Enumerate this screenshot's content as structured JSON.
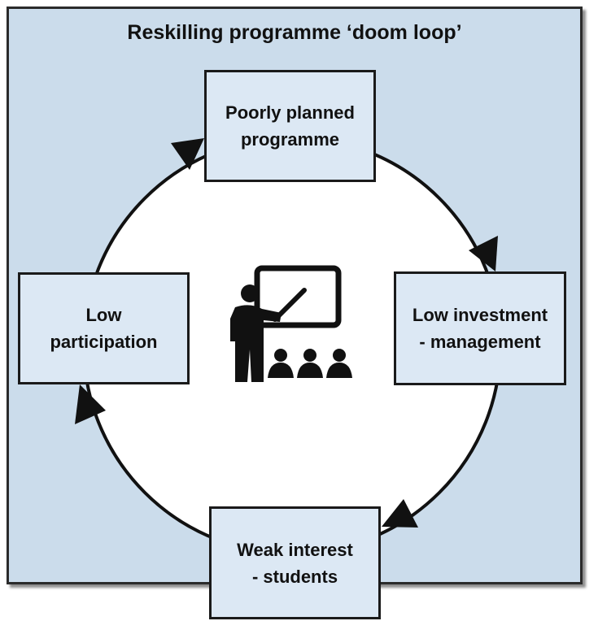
{
  "title": "Reskilling programme ‘doom loop’",
  "nodes": {
    "top": "Poorly planned\nprogramme",
    "right": "Low investment\n- management",
    "bottom": "Weak interest\n- students",
    "left": "Low\nparticipation"
  },
  "icons": {
    "center": "teacher-presenting-icon"
  },
  "colors": {
    "background": "#cbdceb",
    "node_fill": "#dce8f4",
    "loop_fill": "#ffffff",
    "stroke": "#111111"
  }
}
